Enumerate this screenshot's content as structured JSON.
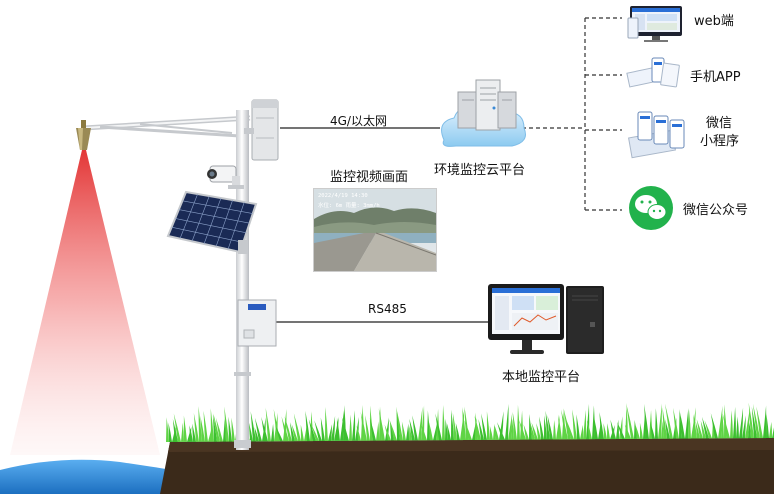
{
  "links": {
    "network": "4G/以太网",
    "rs485": "RS485"
  },
  "cloud_platform": {
    "label": "环境监控云平台"
  },
  "video": {
    "label": "监控视频画面",
    "timestamp": "2022/4/19 14:30",
    "info": "水位: 6m  雨量: 3mm/h"
  },
  "local_platform": {
    "label": "本地监控平台"
  },
  "clients": [
    {
      "label": "web端"
    },
    {
      "label": "手机APP"
    },
    {
      "label_line1": "微信",
      "label_line2": "小程序"
    },
    {
      "label": "微信公众号"
    }
  ],
  "colors": {
    "line": "#222222",
    "dashed": "#333333",
    "wechat_green": "#22b24c",
    "grass": "#3cbf2f",
    "soil": "#3b2a1a",
    "water": "#2a8bdc",
    "beam": "#f05a5a"
  }
}
